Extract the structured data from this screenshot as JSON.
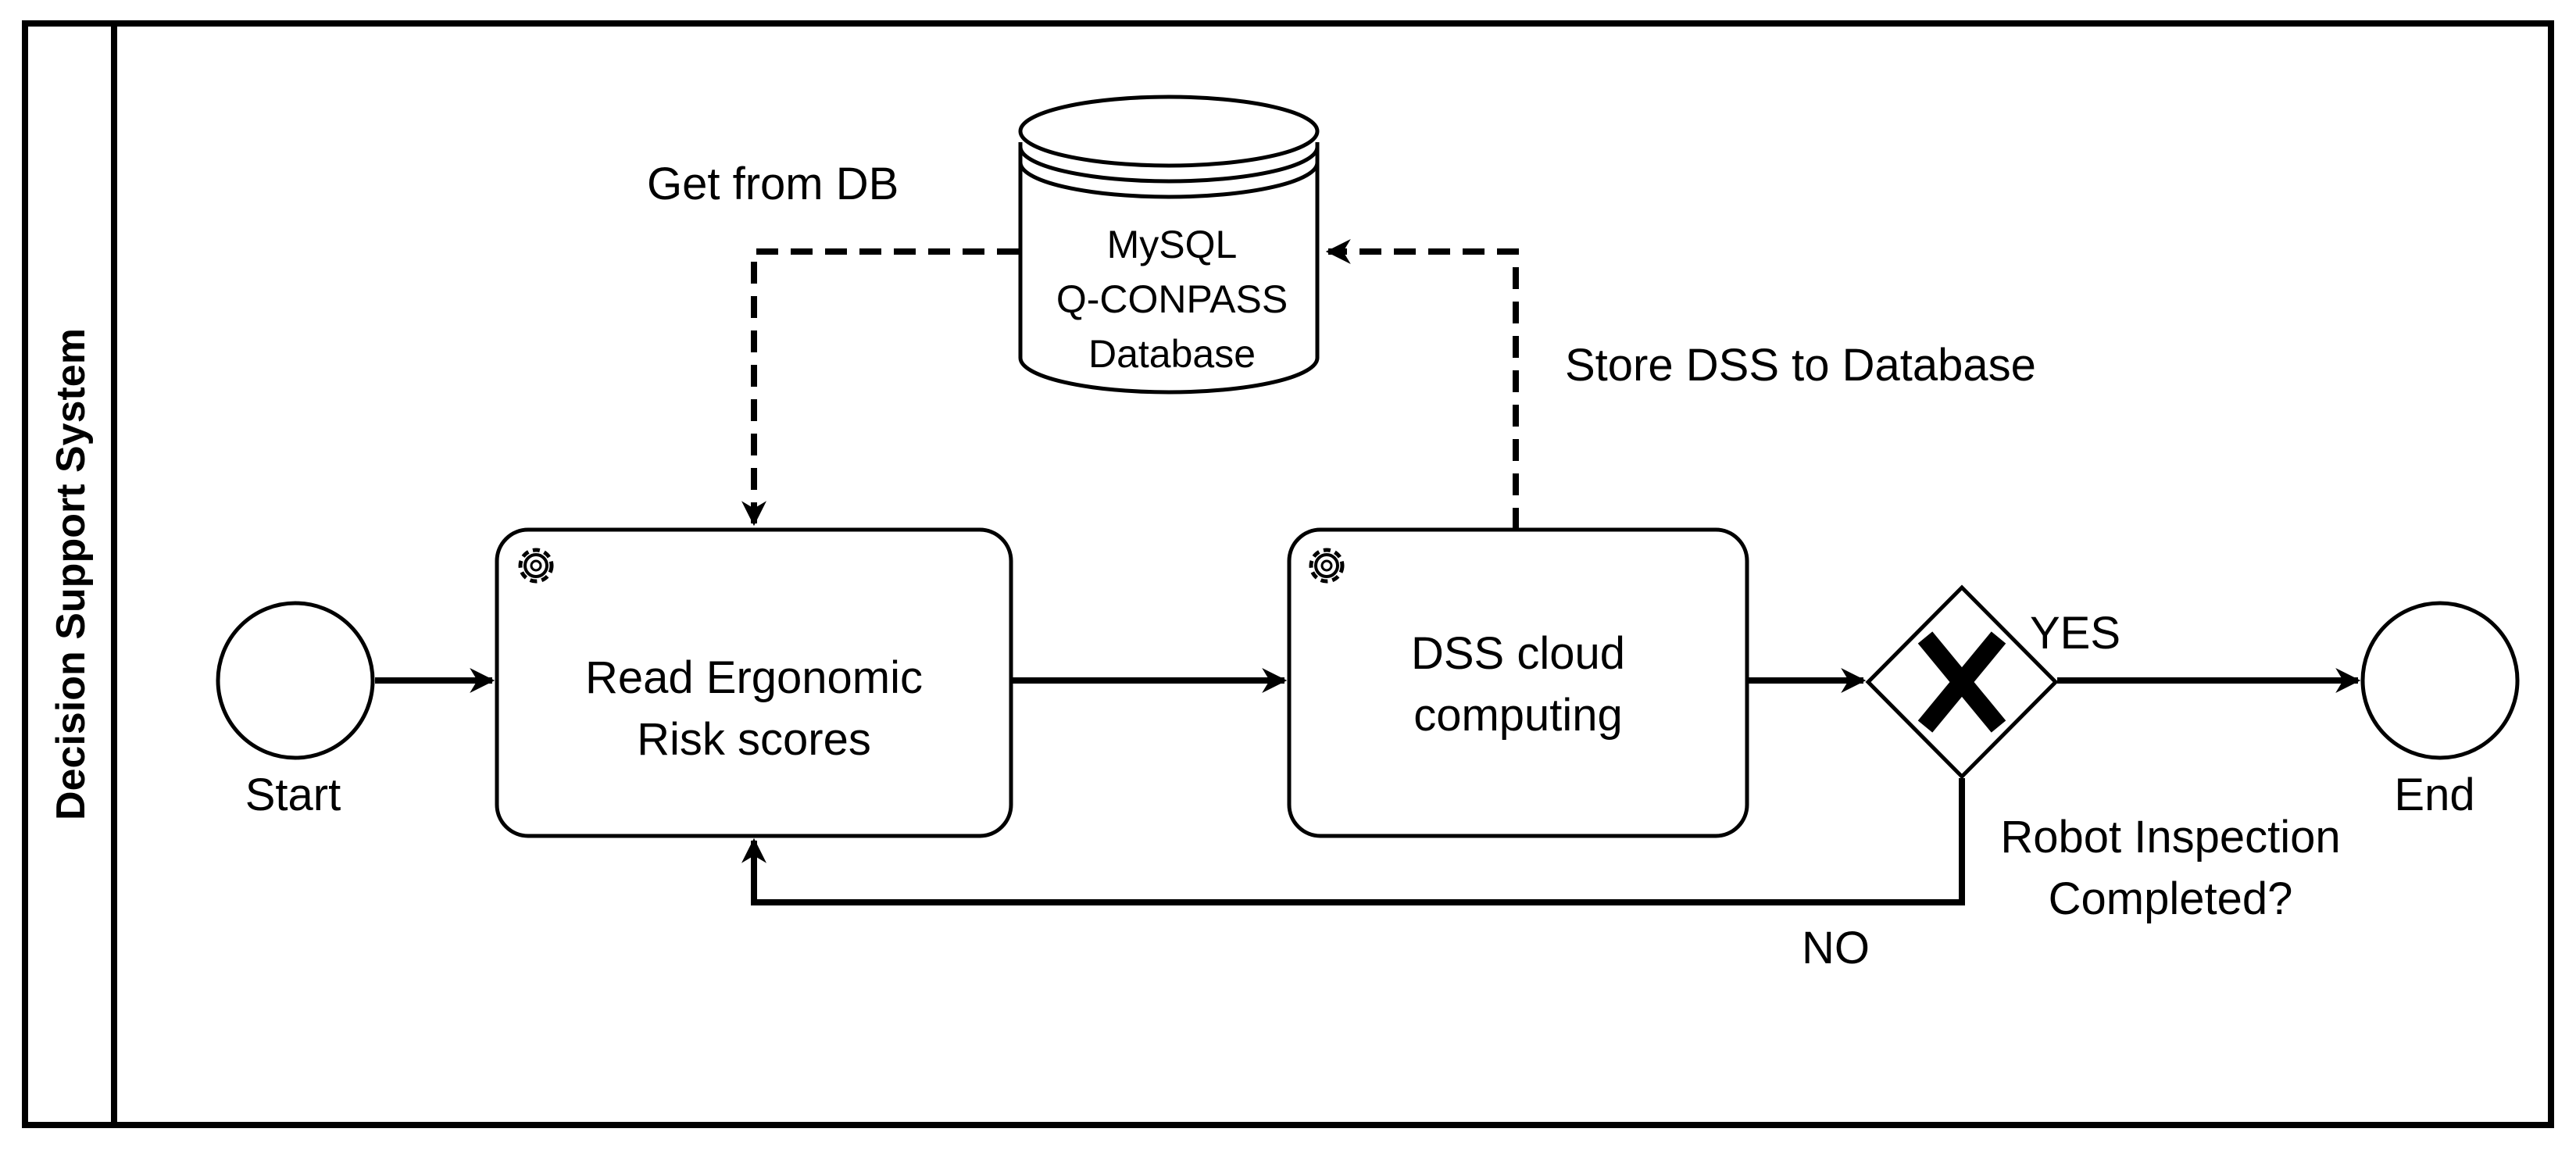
{
  "pool": {
    "label": "Decision Support System"
  },
  "nodes": {
    "start": "Start",
    "end": "End",
    "task_read": [
      "Read Ergonomic",
      "Risk scores"
    ],
    "task_dss": [
      "DSS cloud",
      "computing"
    ],
    "database": [
      "MySQL",
      "Q-CONPASS",
      "Database"
    ],
    "gateway": [
      "Robot Inspection",
      "Completed?"
    ]
  },
  "edges": {
    "get_from_db": "Get from DB",
    "store_to_db": "Store DSS to Database",
    "yes": "YES",
    "no": "NO"
  },
  "colors": {
    "stroke": "#000000",
    "fill": "#ffffff"
  }
}
